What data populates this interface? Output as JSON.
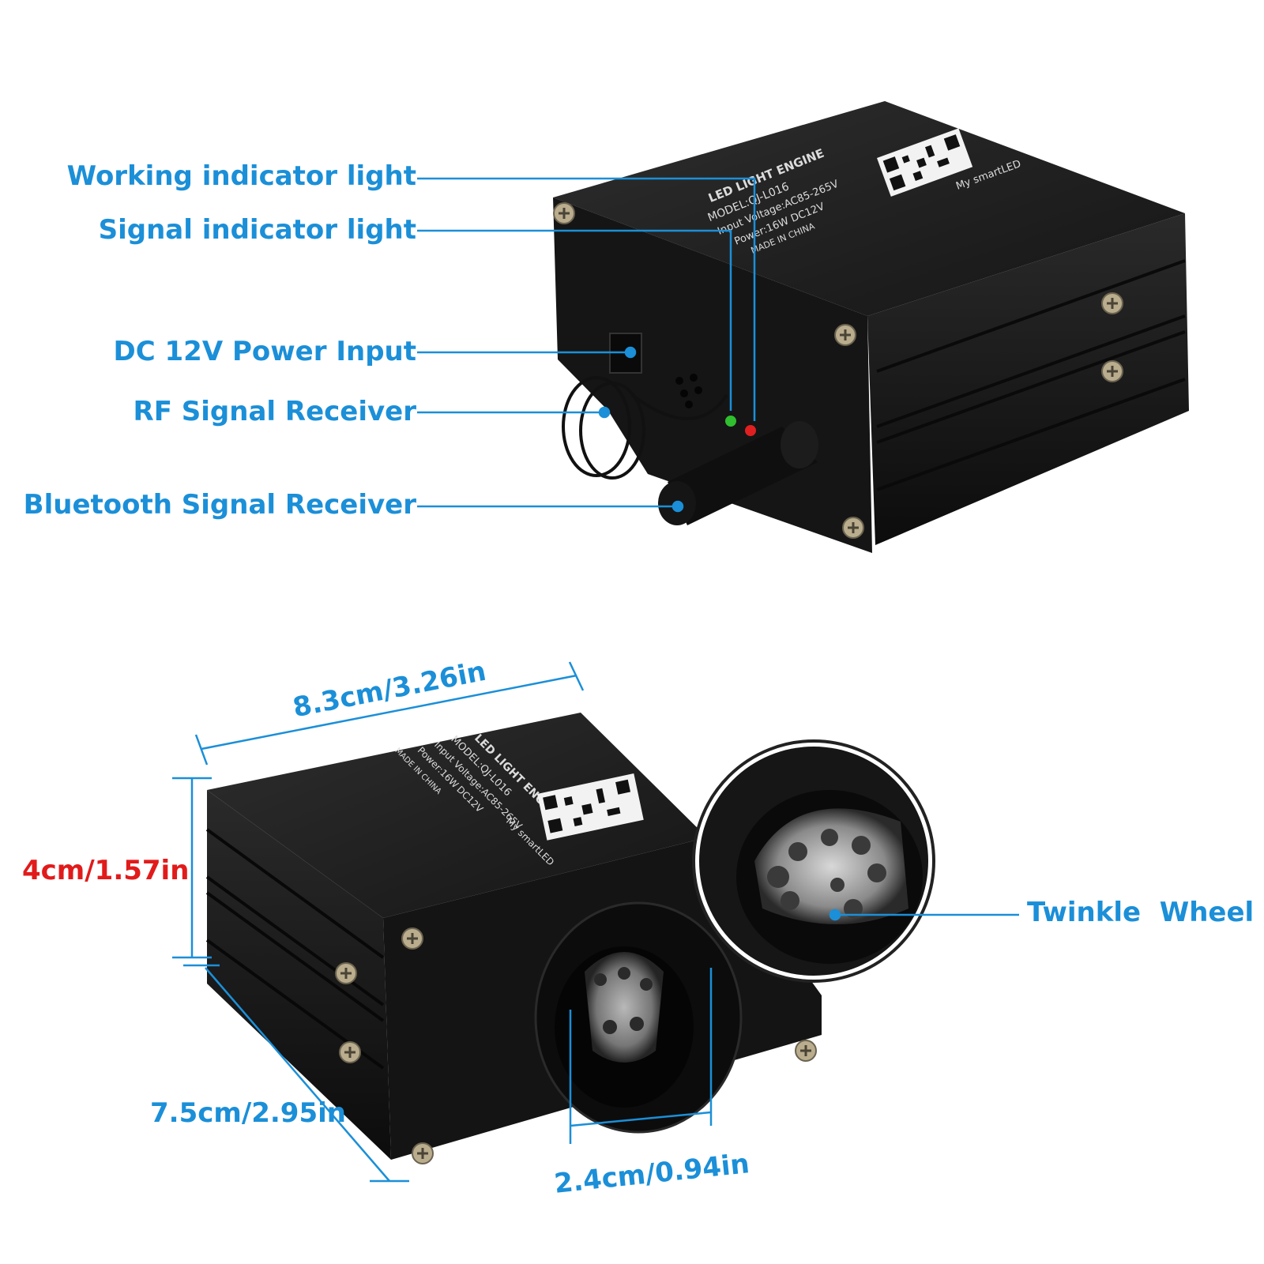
{
  "colors": {
    "accent": "#1b8fd8",
    "height_label": "#e11b1b",
    "housing": "#1c1c1c",
    "housing_edge": "#3a3a3a",
    "label_text": "#dcdcdc",
    "led_green": "#2fbf2f",
    "led_red": "#e02020"
  },
  "top_view": {
    "callouts": [
      {
        "id": "working-indicator",
        "text": "Working indicator light"
      },
      {
        "id": "signal-indicator",
        "text": "Signal indicator light"
      },
      {
        "id": "dc-power",
        "text": "DC 12V Power Input"
      },
      {
        "id": "rf-receiver",
        "text": "RF Signal Receiver"
      },
      {
        "id": "bluetooth-receiver",
        "text": "Bluetooth Signal Receiver"
      }
    ],
    "device_label": {
      "title": "LED LIGHT ENGINE",
      "model": "MODEL:QJ-L016",
      "input": "Input Voltage:AC85-265V",
      "power": "Power:16W  DC12V",
      "made": "MADE IN CHINA",
      "app": "My smartLED"
    }
  },
  "bottom_view": {
    "dimensions": {
      "length": "8.3cm/3.26in",
      "height": "4cm/1.57in",
      "depth": "7.5cm/2.95in",
      "aperture": "2.4cm/0.94in"
    },
    "callout": "Twinkle  Wheel",
    "device_label": {
      "title": "LED LIGHT ENGINE",
      "model": "MODEL:QJ-L016",
      "input": "Input Voltage:AC85-265V",
      "power": "Power:16W",
      "voltage": "DC12V",
      "made": "MADE IN CHINA",
      "app": "My smartLED"
    }
  }
}
